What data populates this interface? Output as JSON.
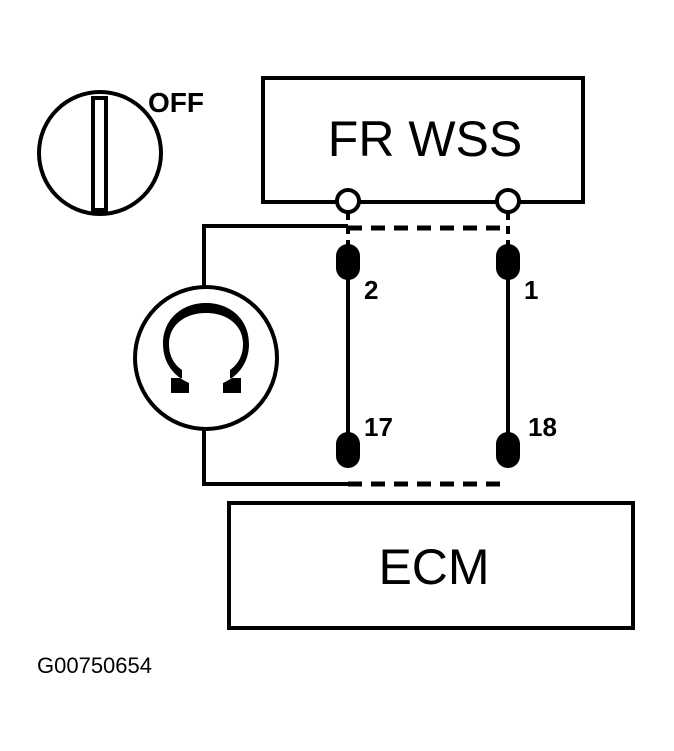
{
  "diagram": {
    "ignition": {
      "state_label": "OFF",
      "icon": "ignition-switch-icon"
    },
    "sensor": {
      "label": "FR WSS",
      "pins": [
        "1",
        "2"
      ]
    },
    "ecm": {
      "label": "ECM",
      "pins": [
        "17",
        "18"
      ]
    },
    "ohmmeter": {
      "symbol": "Ω",
      "icon": "ohmmeter-icon"
    },
    "pin_labels": {
      "sensor_left": "2",
      "sensor_right": "1",
      "ecm_left": "17",
      "ecm_right": "18"
    },
    "figure_id": "G00750654",
    "colors": {
      "ink": "#000000",
      "background": "#ffffff"
    }
  }
}
